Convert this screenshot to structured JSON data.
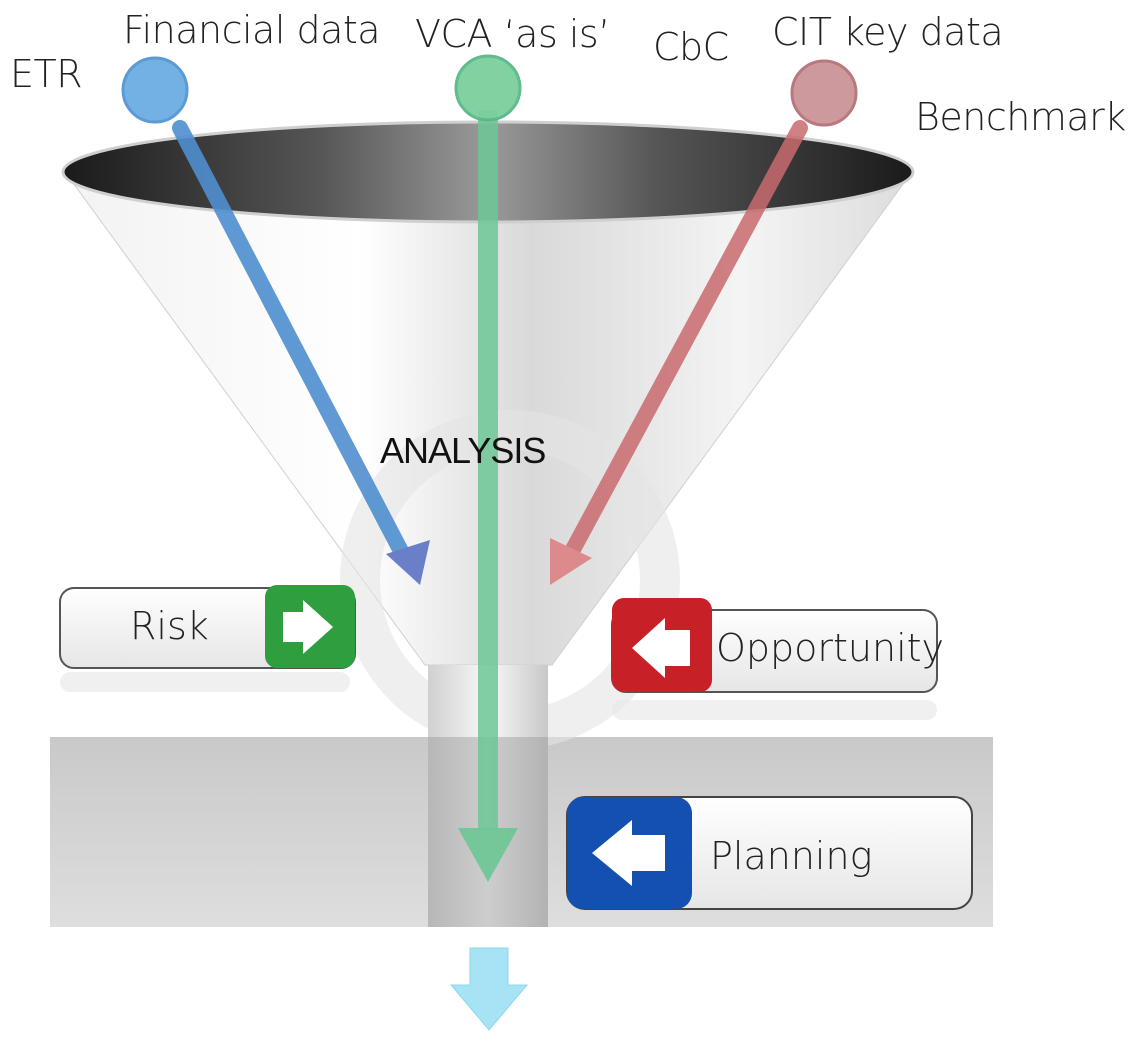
{
  "inputs": {
    "etr": "ETR",
    "financial_data": "Financial data",
    "vca_as_is": "VCA ‘as is’",
    "cbc": "CbC",
    "cit_key_data": "CIT key data",
    "benchmark": "Benchmark"
  },
  "center": {
    "analysis": "ANALYSIS"
  },
  "outputs": {
    "risk": "Risk",
    "opportunity": "Opportunity",
    "planning": "Planning"
  },
  "colors": {
    "blue_arrow": "#4f8fd0",
    "green_arrow": "#6cc795",
    "red_arrow": "#d47a7c",
    "risk_icon": "#2e9e3e",
    "opportunity_icon": "#c82027",
    "planning_icon": "#1450b0",
    "down_arrow": "#a6e4f5"
  },
  "icons": {
    "risk": "arrow-right-icon",
    "opportunity": "arrow-left-icon",
    "planning": "arrow-left-icon",
    "bottom": "arrow-down-icon"
  }
}
